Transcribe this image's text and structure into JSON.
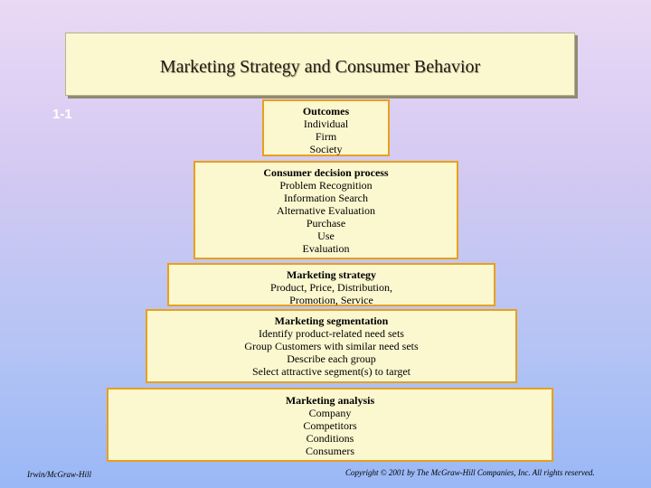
{
  "title": "Marketing Strategy and Consumer Behavior",
  "slide_number": "1-1",
  "stack": [
    {
      "heading": "Outcomes",
      "lines": [
        "Individual",
        "Firm",
        "Society"
      ]
    },
    {
      "heading": "Consumer decision process",
      "lines": [
        "Problem Recognition",
        "Information Search",
        "Alternative Evaluation",
        "Purchase",
        "Use",
        "Evaluation"
      ]
    },
    {
      "heading": "Marketing strategy",
      "lines": [
        "Product, Price, Distribution,",
        "Promotion, Service"
      ]
    },
    {
      "heading": "Marketing segmentation",
      "lines": [
        "Identify product-related need sets",
        "Group Customers with similar need sets",
        "Describe each group",
        "Select attractive segment(s) to target"
      ]
    },
    {
      "heading": "Marketing analysis",
      "lines": [
        "Company",
        "Competitors",
        "Conditions",
        "Consumers"
      ]
    }
  ],
  "footer": {
    "left": "Irwin/McGraw-Hill",
    "right": "Copyright © 2001 by The McGraw-Hill Companies, Inc. All rights reserved."
  },
  "colors": {
    "box_fill": "#fbf7cf",
    "box_border": "#e8a01c",
    "background_top": "#ead9f5",
    "background_bottom": "#9ab8f6"
  }
}
